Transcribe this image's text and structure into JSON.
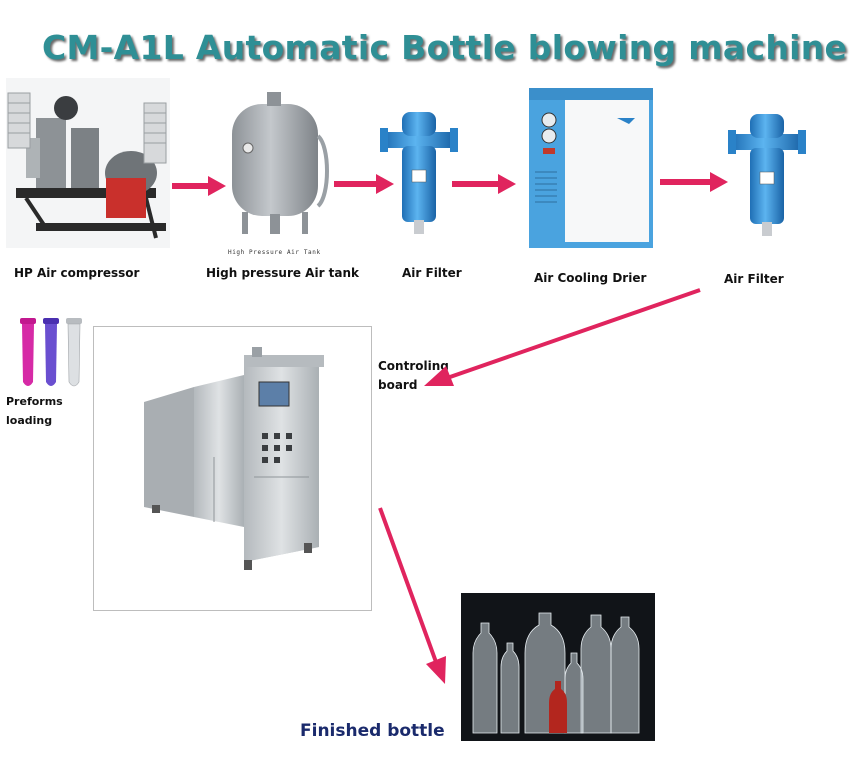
{
  "title": "CM-A1L Automatic Bottle blowing machine",
  "stages": [
    {
      "label": "HP Air compressor"
    },
    {
      "label": "High pressure Air tank",
      "plate": "High Pressure Air Tank"
    },
    {
      "label": "Air Filter"
    },
    {
      "label": "Air Cooling Drier"
    },
    {
      "label": "Air Filter"
    }
  ],
  "controlling_board": "Controling\nboard",
  "preforms": "Preforms\nloading",
  "finished": "Finished bottle",
  "colors": {
    "title": "#2f8f95",
    "arrow": "#e0245e",
    "filter_blue": "#2a8fd6",
    "tank_grey": "#a9aeb3",
    "drier_blue": "#4aa3df",
    "machine_steel": "#c8cccf"
  }
}
